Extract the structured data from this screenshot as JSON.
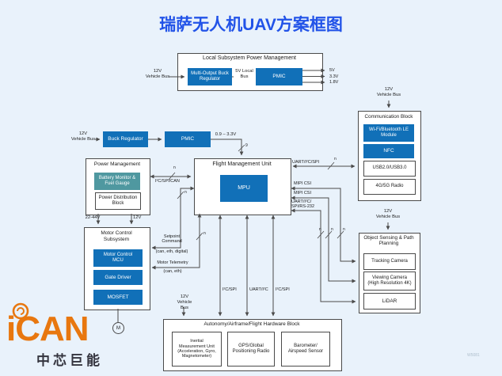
{
  "title": "瑞萨无人机UAV方案框图",
  "watermark": "W5081",
  "logo": {
    "brand": "iCAN",
    "subtitle": "中芯巨能"
  },
  "colors": {
    "accent_blue": "#1170b8",
    "teal": "#4f98a0",
    "title_blue": "#2253e8",
    "logo_orange": "#e8770f",
    "line": "#4a4a4a",
    "background": "#e9f2fb"
  },
  "power_top": {
    "title": "Local Subsystem Power Management",
    "input": "12V\nVehicle Bus",
    "buck": "Multi-Output Buck\nRegulator",
    "bus": "5V Local\nBus",
    "pmic": "PMIC",
    "outputs": [
      "5V",
      "3.3V",
      "1.8V"
    ]
  },
  "power_mid": {
    "input": "12V\nVehicle Bus",
    "buck": "Buck Regulator",
    "pmic": "PMIC",
    "range": "0.9 – 3.3V",
    "width": "9"
  },
  "power_mgmt": {
    "title": "Power Management",
    "battery": "Battery Monitor &\nFuel Gauge",
    "distribution": "Power Distribution\nBlock",
    "out_left": "22-44V",
    "out_right": "12V"
  },
  "fmu": {
    "title": "Flight Management Unit",
    "mpu": "MPU"
  },
  "comm": {
    "input": "12V\nVehicle Bus",
    "title": "Communication Block",
    "wifi": "Wi-Fi/Bluetooth LE\nModule",
    "nfc": "NFC",
    "usb": "USB2.0/USB3.0",
    "radio": "4G/5G Radio"
  },
  "object_sensing": {
    "input": "12V\nVehicle Bus",
    "title": "Object Sensing & Path\nPlanning",
    "tracking": "Tracking Camera",
    "viewing": "Viewing Camera\n(High Resolution 4K)",
    "lidar": "LiDAR"
  },
  "motor": {
    "title": "Motor Control\nSubsystem",
    "mcu": "Motor Control\nMCU",
    "gate": "Gate Driver",
    "mosfet": "MOSFET",
    "symbol": "M"
  },
  "autonomy": {
    "title": "Autonomy/Airframe/Flight Hardware Block",
    "input": "12V\nVehicle Bus",
    "imu": "Inertial\nMeasurement Unit\n(Acceleration, Gyro,\nMagnetometer)",
    "gps": "GPS/Global\nPositioning Radio",
    "barometer": "Barometer/\nAirspeed Sensor"
  },
  "buses": {
    "i2c_spi_can": "I²C/SPI/CAN",
    "uart_i2c_spi": "UART/I²C/SPI",
    "mipi_1": "MIPI CSI",
    "mipi_2": "MIPI CSI",
    "uart_rs232": "UART/I²C/\nSPI/RS-232",
    "i2c_spi_1": "I²C/SPI",
    "uart_i2c": "UART/I²C",
    "i2c_spi_2": "I²C/SPI",
    "setpoint": "Setpoint\nCommand",
    "setpoint_note": "(can, eth, digital)",
    "telemetry": "Motor Telemetry",
    "telemetry_note": "(can, eth)",
    "n": "n"
  }
}
